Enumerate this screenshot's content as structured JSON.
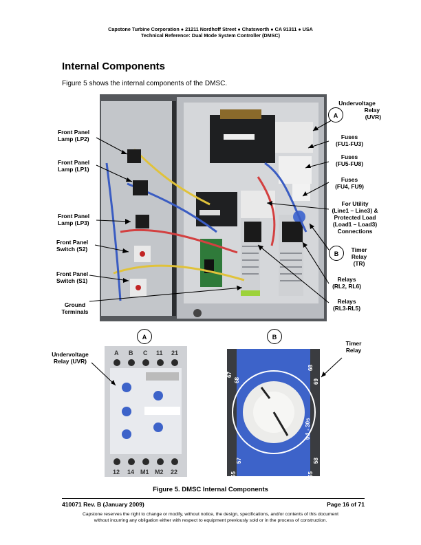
{
  "header": {
    "line1": "Capstone Turbine Corporation ● 21211 Nordhoff Street ● Chatsworth ● CA 91311 ● USA",
    "line2": "Technical Reference: Dual Mode System Controller (DMSC)"
  },
  "section_title": "Internal Components",
  "intro": "Figure 5 shows the internal components of the DMSC.",
  "labels": {
    "lp2": [
      "Front Panel",
      "Lamp (LP2)"
    ],
    "lp1": [
      "Front Panel",
      "Lamp (LP1)"
    ],
    "lp3": [
      "Front Panel",
      "Lamp (LP3)"
    ],
    "s2": [
      "Front Panel",
      "Switch (S2)"
    ],
    "s1": [
      "Front Panel",
      "Switch (S1)"
    ],
    "ground": [
      "Ground",
      "Terminals"
    ],
    "uvr": [
      "Undervoltage",
      "Relay",
      "(UVR)"
    ],
    "fu1": [
      "Fuses",
      "(FU1-FU3)"
    ],
    "fu5": [
      "Fuses",
      "(FU5-FU8)"
    ],
    "fu4": [
      "Fuses",
      "(FU4, FU9)"
    ],
    "utility": [
      "For Utility",
      "(Line1 – Line3) &",
      "Protected Load",
      "(Load1 – Load3)",
      "Connections"
    ],
    "tr": [
      "Timer",
      "Relay",
      "(TR)"
    ],
    "rl2": [
      "Relays",
      "(RL2, RL6)"
    ],
    "rl3": [
      "Relays",
      "(RL3-RL5)"
    ],
    "uvr_bottom": [
      "Undervoltage",
      "Relay (UVR)"
    ],
    "timer_bottom": [
      "Timer",
      "Relay"
    ]
  },
  "callouts": {
    "a": "A",
    "b": "B"
  },
  "uvr_panel": {
    "top_terminals": [
      "A",
      "B",
      "C",
      "11",
      "21"
    ],
    "bottom_terminals": [
      "12",
      "14",
      "M1",
      "M2",
      "22"
    ]
  },
  "timer_panel": {
    "corner_tl": "67",
    "corner_tl2": "68",
    "corner_tr": "68",
    "corner_tr2": "69",
    "corner_bl": "55",
    "corner_bl2": "57",
    "corner_br": "55",
    "corner_br2": "58",
    "range": "0.1 - 30s"
  },
  "caption": "Figure 5. DMSC Internal Components",
  "footer": {
    "doc": "410071 Rev. B (January 2009)",
    "page": "Page 16 of 71",
    "note1": "Capstone reserves the right to change or modify, without notice, the design, specifications, and/or contents of this document",
    "note2": "without incurring any obligation either with respect to equipment previously sold or in the process of construction."
  },
  "colors": {
    "panel_blue": "#3d63c9",
    "enclosure_gray": "#c9ccd0"
  }
}
